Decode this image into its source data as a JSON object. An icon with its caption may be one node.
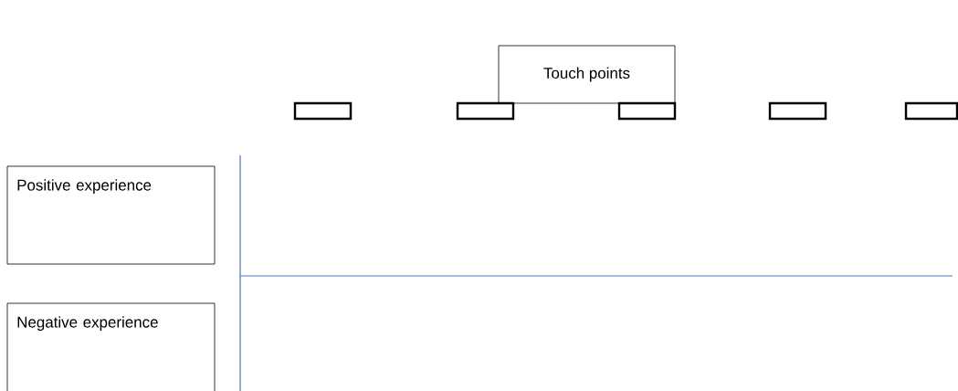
{
  "diagram": {
    "nodes": [
      {
        "text": [
          "Touch points"
        ]
      },
      {
        "text": [],
        "shape": "box"
      },
      {
        "text": [],
        "shape": "box"
      },
      {
        "text": [],
        "shape": "box"
      },
      {
        "text": [],
        "shape": "box"
      },
      {
        "text": [],
        "shape": "box"
      },
      {
        "text": [
          "Positive experience"
        ]
      },
      {
        "text": [
          "Negative experience"
        ]
      }
    ]
  }
}
